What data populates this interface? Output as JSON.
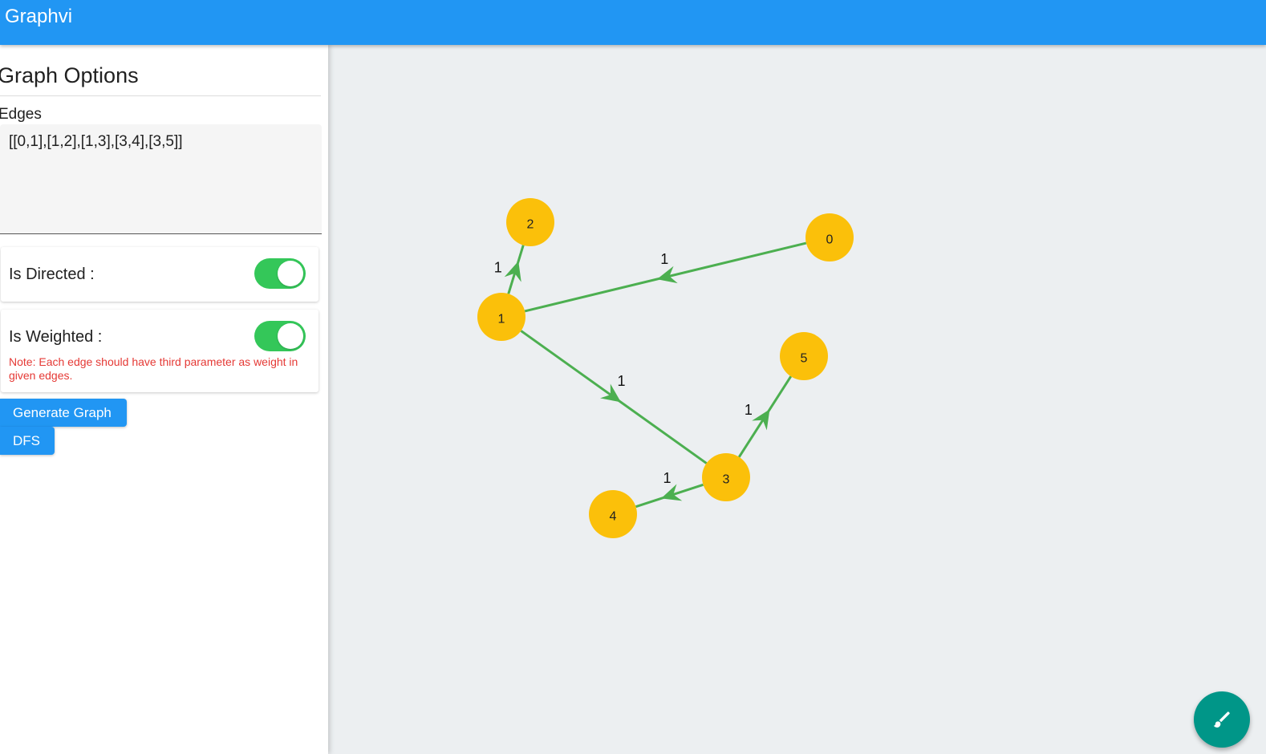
{
  "app": {
    "title": "Graphvi"
  },
  "sidebar": {
    "title": "Graph Options",
    "edges_label": "Edges",
    "edges_value": "[[0,1],[1,2],[1,3],[3,4],[3,5]]",
    "directed": {
      "label": "Is Directed :",
      "enabled": true
    },
    "weighted": {
      "label": "Is Weighted :",
      "enabled": true,
      "note": "Note: Each edge should have third parameter as weight in given edges."
    },
    "buttons": {
      "generate": "Generate Graph",
      "dfs": "DFS"
    }
  },
  "graph": {
    "nodes": [
      "0",
      "1",
      "2",
      "3",
      "4",
      "5"
    ],
    "edges": [
      {
        "from": "0",
        "to": "1",
        "weight": "1"
      },
      {
        "from": "1",
        "to": "2",
        "weight": "1"
      },
      {
        "from": "1",
        "to": "3",
        "weight": "1"
      },
      {
        "from": "3",
        "to": "4",
        "weight": "1"
      },
      {
        "from": "3",
        "to": "5",
        "weight": "1"
      }
    ]
  },
  "colors": {
    "appbar": "#2196f3",
    "node_fill": "#fbc00a",
    "edge": "#4caf50",
    "toggle_on": "#34c759",
    "note": "#e53935",
    "fab": "#009688"
  },
  "fab": {
    "icon": "brush-icon"
  }
}
